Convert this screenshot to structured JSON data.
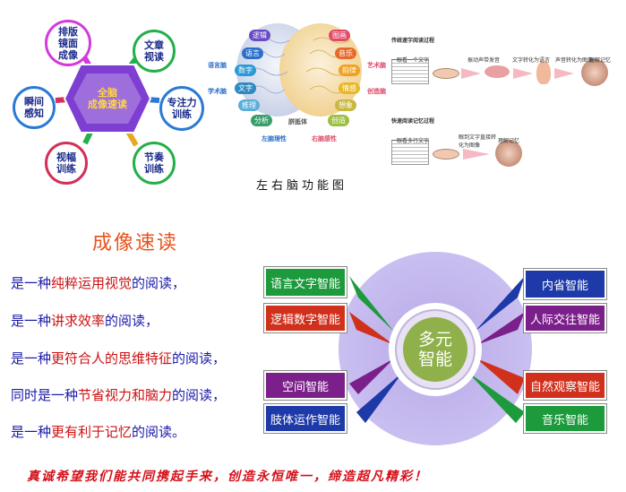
{
  "hexagon": {
    "center": [
      "全脑",
      "成像速读"
    ],
    "nodes": [
      {
        "lines": [
          "排版",
          "镜面",
          "成像"
        ],
        "color": "#d23adb"
      },
      {
        "lines": [
          "文章",
          "视读"
        ],
        "color": "#23b04a"
      },
      {
        "lines": [
          "专注力",
          "训练"
        ],
        "color": "#2a7ad5"
      },
      {
        "lines": [
          "节奏",
          "训练"
        ],
        "color": "#23b04a"
      },
      {
        "lines": [
          "视幅",
          "训练"
        ],
        "color": "#d2305a"
      },
      {
        "lines": [
          "瞬间",
          "感知"
        ],
        "color": "#2a7ad5"
      }
    ]
  },
  "brain": {
    "title": "左右脑功能图",
    "left_labels": [
      "逻辑",
      "语言",
      "数字",
      "文字",
      "推理",
      "分析"
    ],
    "right_labels": [
      "图画",
      "音乐",
      "韵律",
      "情感",
      "想象",
      "创造"
    ],
    "left_side": [
      "语言脑",
      "学术脑"
    ],
    "right_side": [
      "艺术脑",
      "创造脑"
    ],
    "bottom_left": "左脑理性",
    "bottom_center": "胼胝体",
    "bottom_right": "右脑感性"
  },
  "process": {
    "top_title": "传统速字阅读过程",
    "top_steps": [
      "一眼看一个文字",
      "振动声带发音",
      "文字转化为语言",
      "声音转化为图像",
      "理解记忆"
    ],
    "bottom_title": "快速阅读记忆过程",
    "bottom_steps": [
      "一眼看多行文字",
      "眼到文字直接转化为图像",
      "理解记忆"
    ]
  },
  "section_title": "成像速读",
  "lines": [
    {
      "prefix": "是一种",
      "highlight": "纯粹运用视觉",
      "suffix": "的阅读，"
    },
    {
      "prefix": "是一种",
      "highlight": "讲求效率",
      "suffix": "的阅读，"
    },
    {
      "prefix": "是一种",
      "highlight": "更符合人的思维特征",
      "suffix": "的阅读，"
    },
    {
      "prefix": "同时是一种",
      "highlight": "节省视力和脑力",
      "suffix": "的阅读，"
    },
    {
      "prefix": "是一种",
      "highlight": "更有利于记忆",
      "suffix": "的阅读。"
    }
  ],
  "intelligence": {
    "center": [
      "多元",
      "智能"
    ],
    "items": [
      {
        "label": "语言文字智能",
        "color": "#1c9a3c"
      },
      {
        "label": "逻辑数字智能",
        "color": "#d0301c"
      },
      {
        "label": "空间智能",
        "color": "#7b1f8a"
      },
      {
        "label": "肢体运作智能",
        "color": "#1d3aa8"
      },
      {
        "label": "内省智能",
        "color": "#1d3aa8"
      },
      {
        "label": "人际交往智能",
        "color": "#7b1f8a"
      },
      {
        "label": "自然观察智能",
        "color": "#d0301c"
      },
      {
        "label": "音乐智能",
        "color": "#1c9a3c"
      }
    ]
  },
  "slogan": "真诚希望我们能共同携起手来，创造永恒唯一，缔造超凡精彩！"
}
